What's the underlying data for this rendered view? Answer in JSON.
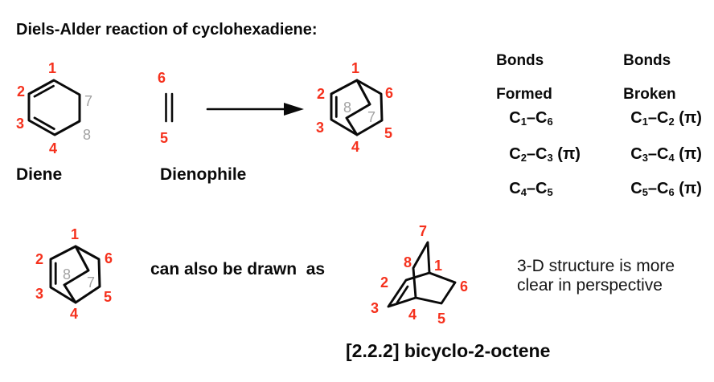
{
  "title": "Diels-Alder reaction of cyclohexadiene:",
  "colors": {
    "label_red": "#f5311d",
    "label_gray": "#a2a2a2",
    "structure_black": "#0a0a0a"
  },
  "reaction": {
    "diene": {
      "caption": "Diene",
      "atoms": {
        "1": "1",
        "2": "2",
        "3": "3",
        "4": "4",
        "7": "7",
        "8": "8"
      }
    },
    "dienophile": {
      "caption": "Dienophile",
      "atoms": {
        "5": "5",
        "6": "6"
      }
    },
    "product": {
      "atoms": {
        "1": "1",
        "2": "2",
        "3": "3",
        "4": "4",
        "5": "5",
        "6": "6",
        "7": "7",
        "8": "8"
      }
    }
  },
  "bonds_table": {
    "formed_header": {
      "line1": "Bonds",
      "line2": "Formed"
    },
    "broken_header": {
      "line1": "Bonds",
      "line2": "Broken"
    },
    "formed_rows": [
      {
        "pre": "C",
        "sub1": "1",
        "mid": "–C",
        "sub2": "6",
        "post": ""
      },
      {
        "pre": "C",
        "sub1": "2",
        "mid": "–C",
        "sub2": "3",
        "post": " (π)"
      },
      {
        "pre": "C",
        "sub1": "4",
        "mid": "–C",
        "sub2": "5",
        "post": ""
      }
    ],
    "broken_rows": [
      {
        "pre": "C",
        "sub1": "1",
        "mid": "–C",
        "sub2": "2",
        "post": " (π)"
      },
      {
        "pre": "C",
        "sub1": "3",
        "mid": "–C",
        "sub2": "4",
        "post": " (π)"
      },
      {
        "pre": "C",
        "sub1": "5",
        "mid": "–C",
        "sub2": "6",
        "post": " (π)"
      }
    ]
  },
  "bottom": {
    "alt_structure": {
      "atoms": {
        "1": "1",
        "2": "2",
        "3": "3",
        "4": "4",
        "5": "5",
        "6": "6",
        "7": "7",
        "8": "8"
      }
    },
    "connector_text": "can also be drawn  as",
    "perspective_structure": {
      "atoms": {
        "1": "1",
        "2": "2",
        "3": "3",
        "4": "4",
        "5": "5",
        "6": "6",
        "7": "7",
        "8": "8"
      }
    },
    "note_line1": "3-D structure is more",
    "note_line2": "clear in perspective",
    "caption": "[2.2.2] bicyclo-2-octene"
  }
}
